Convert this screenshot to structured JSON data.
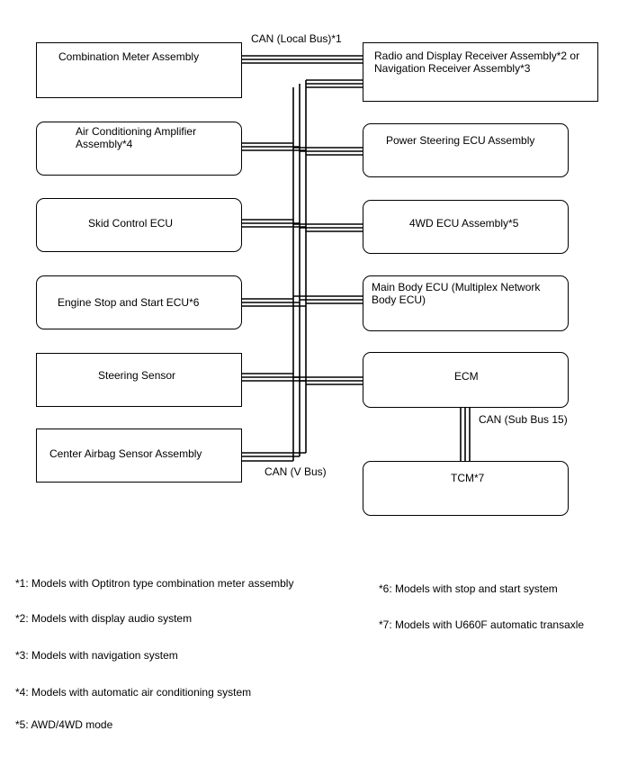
{
  "buses": {
    "local": "CAN (Local Bus)*1",
    "v": "CAN (V Bus)",
    "sub": "CAN (Sub Bus 15)"
  },
  "left_ecus": [
    "Combination Meter Assembly",
    "Air Conditioning Amplifier Assembly*4",
    "Skid Control ECU",
    "Engine Stop and Start ECU*6",
    "Steering Sensor",
    "Center Airbag Sensor Assembly"
  ],
  "right_ecus": [
    "Radio and Display Receiver Assembly*2 or Navigation Receiver Assembly*3",
    "Power Steering ECU Assembly",
    "4WD ECU Assembly*5",
    "Main Body ECU (Multiplex Network Body ECU)",
    "ECM",
    "TCM*7"
  ],
  "notes": [
    "*1: Models with Optitron type combination meter assembly",
    "*2: Models with display audio system",
    "*3: Models with navigation system",
    "*4: Models with automatic air conditioning system",
    "*5: AWD/4WD mode",
    "*6: Models with stop and start system",
    "*7: Models with U660F automatic transaxle"
  ]
}
